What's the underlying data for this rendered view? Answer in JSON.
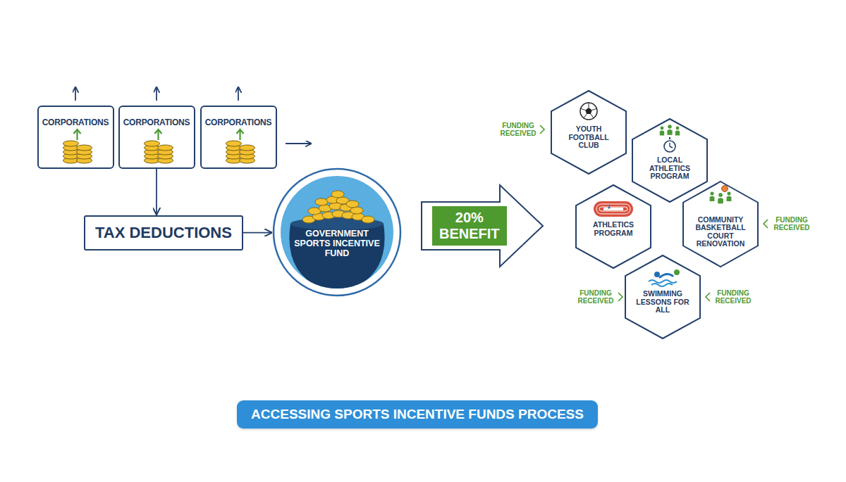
{
  "diagram": {
    "caption": "ACCESSING SPORTS INCENTIVE FUNDS PROCESS",
    "nodes": [
      {
        "text": [
          "CORPORATIONS"
        ]
      },
      {
        "text": [
          "CORPORATIONS"
        ]
      },
      {
        "text": [
          "CORPORATIONS"
        ]
      },
      {
        "text": [
          "TAX DEDUCTIONS"
        ]
      },
      {
        "text": [
          "GOVERNMENT SPORTS INCENTIVE FUND"
        ]
      },
      {
        "text": [
          "20% BENEFIT"
        ]
      },
      {
        "text": [
          "YOUTH FOOTBALL CLUB"
        ]
      },
      {
        "text": [
          "LOCAL ATHLETICS PROGRAM"
        ]
      },
      {
        "text": [
          "ATHLETICS PROGRAM"
        ]
      },
      {
        "text": [
          "COMMUNITY BASKETBALL COURT RENOVATION"
        ]
      },
      {
        "text": [
          "SWIMMING LESSONS FOR ALL"
        ]
      }
    ],
    "edges": [
      {
        "from": 1,
        "to": 3,
        "arrow": "to"
      },
      {
        "from": 3,
        "to": 4,
        "arrow": "to"
      }
    ],
    "labels": [
      "FUNDING RECEIVED",
      "FUNDING RECEIVED",
      "FUNDING RECEIVED",
      "FUNDING RECEIVED"
    ]
  }
}
